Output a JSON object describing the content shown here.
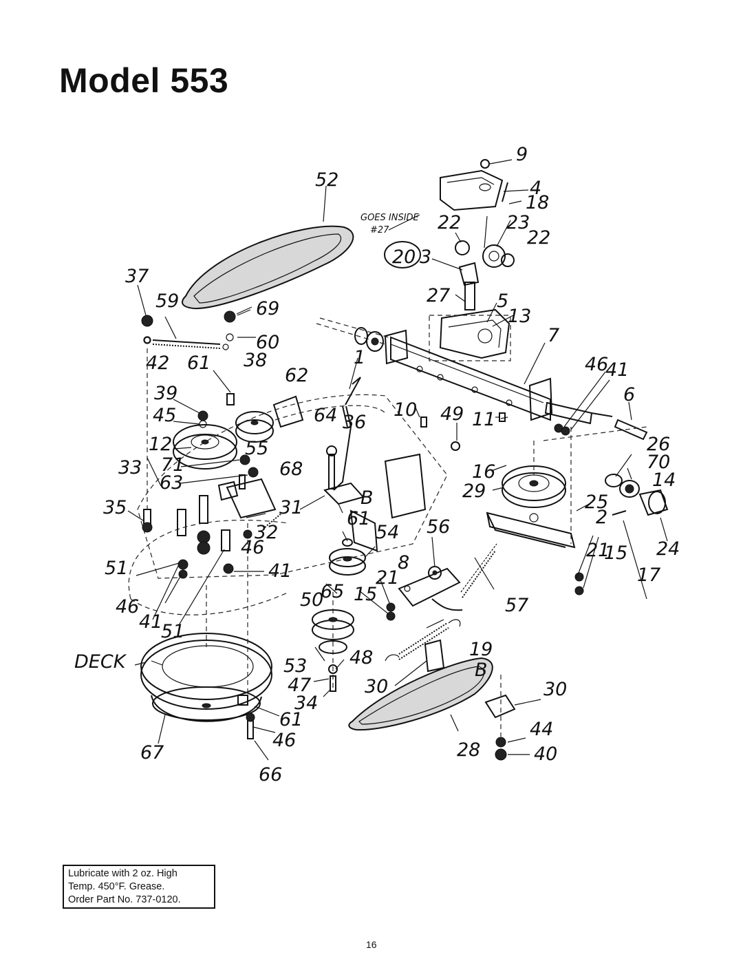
{
  "page": {
    "title": "Model 553",
    "page_number": "16",
    "deck_label": "DECK",
    "handwritten_note": [
      "GOES INSIDE",
      "#27"
    ],
    "lubrication_note": [
      "Lubricate with 2 oz. High",
      "Temp. 450°F. Grease.",
      "Order Part No. 737-0120."
    ]
  },
  "callouts": [
    "9",
    "4",
    "18",
    "22",
    "23",
    "22",
    "3",
    "20",
    "27",
    "5",
    "13",
    "52",
    "7",
    "69",
    "37",
    "59",
    "60",
    "42",
    "61",
    "38",
    "62",
    "1",
    "46",
    "41",
    "6",
    "39",
    "45",
    "64",
    "36",
    "10",
    "49",
    "11",
    "26",
    "12",
    "55",
    "71",
    "70",
    "33",
    "68",
    "16",
    "14",
    "63",
    "29",
    "25",
    "35",
    "31",
    "B",
    "56",
    "2",
    "32",
    "61",
    "54",
    "46",
    "24",
    "21",
    "15",
    "51",
    "8",
    "41",
    "17",
    "21",
    "50",
    "65",
    "15",
    "57",
    "46",
    "41",
    "51",
    "48",
    "19",
    "53",
    "B",
    "47",
    "30",
    "30",
    "34",
    "61",
    "44",
    "67",
    "46",
    "28",
    "40",
    "66"
  ]
}
